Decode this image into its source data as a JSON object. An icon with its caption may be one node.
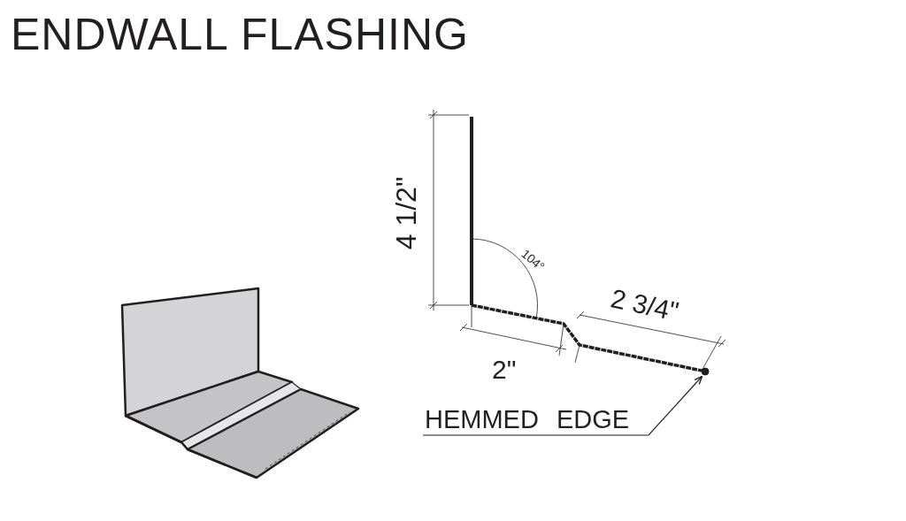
{
  "diagram": {
    "title": "ENDWALL FLASHING",
    "nodes": [
      {
        "text": [
          "HEMMED EDGE"
        ]
      },
      {
        "text": [],
        "shape": "circle"
      }
    ],
    "edges": [
      {
        "from": 0,
        "to": 1,
        "arrow": "to"
      }
    ],
    "labels": [
      "4 1/2\"",
      "104°",
      "2 3/4\"",
      "2\""
    ]
  }
}
